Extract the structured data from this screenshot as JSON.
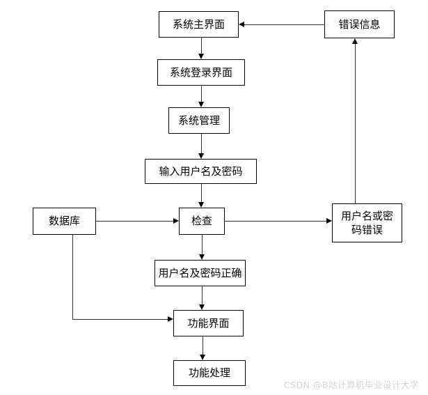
{
  "diagram": {
    "type": "flowchart",
    "nodes": {
      "main_ui": {
        "label": "系统主界面"
      },
      "error_info": {
        "label": "错误信息"
      },
      "login_ui": {
        "label": "系统登录界面"
      },
      "system_mgmt": {
        "label": "系统管理"
      },
      "input_credentials": {
        "label": "输入用户名及密码"
      },
      "database": {
        "label": "数据库"
      },
      "check": {
        "label": "检查"
      },
      "wrong_credentials": {
        "label": "用户名或密码错误"
      },
      "correct_credentials": {
        "label": "用户名及密码正确"
      },
      "function_ui": {
        "label": "功能界面"
      },
      "function_processing": {
        "label": "功能处理"
      }
    },
    "edges": [
      {
        "from": "main_ui",
        "to": "login_ui"
      },
      {
        "from": "login_ui",
        "to": "system_mgmt"
      },
      {
        "from": "system_mgmt",
        "to": "input_credentials"
      },
      {
        "from": "input_credentials",
        "to": "check"
      },
      {
        "from": "database",
        "to": "check"
      },
      {
        "from": "check",
        "to": "wrong_credentials"
      },
      {
        "from": "wrong_credentials",
        "to": "error_info"
      },
      {
        "from": "error_info",
        "to": "main_ui"
      },
      {
        "from": "check",
        "to": "correct_credentials"
      },
      {
        "from": "correct_credentials",
        "to": "function_ui"
      },
      {
        "from": "database",
        "to": "function_ui"
      },
      {
        "from": "function_ui",
        "to": "function_processing"
      }
    ],
    "colors": {
      "background": "#ffffff",
      "box_border": "#000000",
      "box_fill": "#ffffff",
      "text": "#000000",
      "line": "#333333",
      "arrowhead": "#000000",
      "watermark": "#d4d4d4"
    }
  },
  "watermark": {
    "text": "CSDN @B站计算机毕业设计大学"
  }
}
